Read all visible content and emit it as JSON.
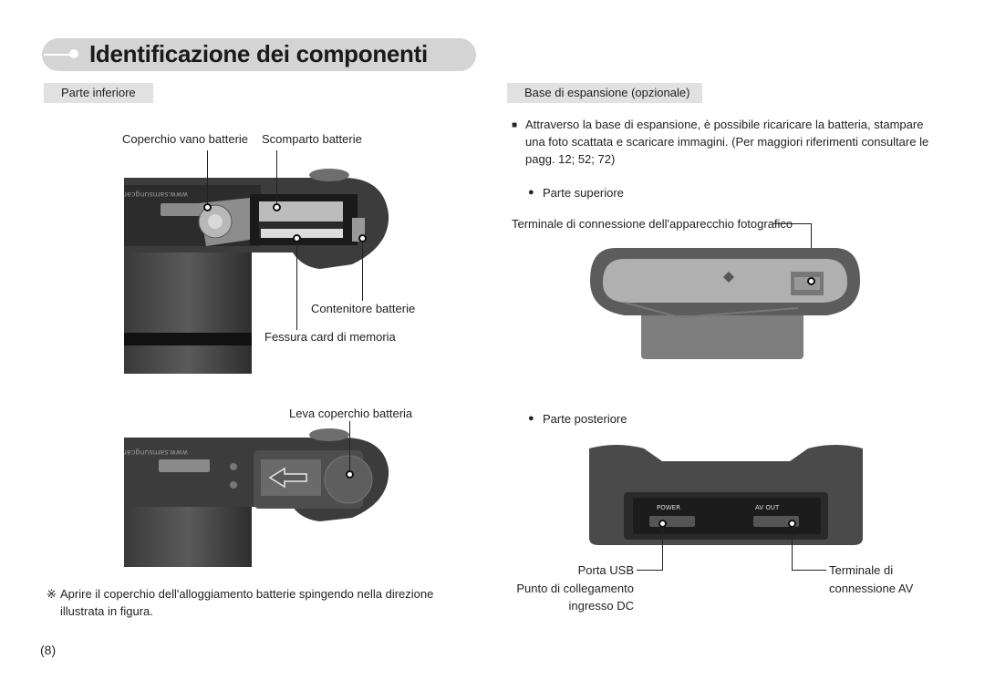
{
  "header": {
    "title": "Identificazione dei componenti"
  },
  "left": {
    "section_label": "Parte inferiore",
    "labels": {
      "battery_cover": "Coperchio vano batterie",
      "battery_compartment": "Scomparto batterie",
      "battery_holder": "Contenitore batterie",
      "memory_slot": "Fessura card di memoria",
      "cover_lever": "Leva coperchio batteria"
    },
    "note_symbol": "※",
    "note": "Aprire il coperchio dell'alloggiamento batterie spingendo nella direzione illustrata in figura.",
    "camera_url_text": "www.samsungcamera.com"
  },
  "right": {
    "section_label": "Base di espansione (opzionale)",
    "bullet_square": "■",
    "intro": "Attraverso la base di espansione, è possibile ricaricare la batteria, stampare una foto scattata e scaricare immagini. (Per maggiori riferimenti consultare le pagg. 12; 52; 72)",
    "bullet_round": "●",
    "top_view_label": "Parte superiore",
    "camera_terminal": "Terminale di connessione dell'apparecchio fotografico",
    "rear_view_label": "Parte posteriore",
    "port_power": "POWER",
    "port_av": "AV OUT",
    "usb_label_1": "Porta USB",
    "usb_label_2": "Punto di collegamento",
    "usb_label_3": "ingresso DC",
    "av_label_1": "Terminale di",
    "av_label_2": "connessione AV"
  },
  "footer": {
    "page_number": "(8)"
  }
}
